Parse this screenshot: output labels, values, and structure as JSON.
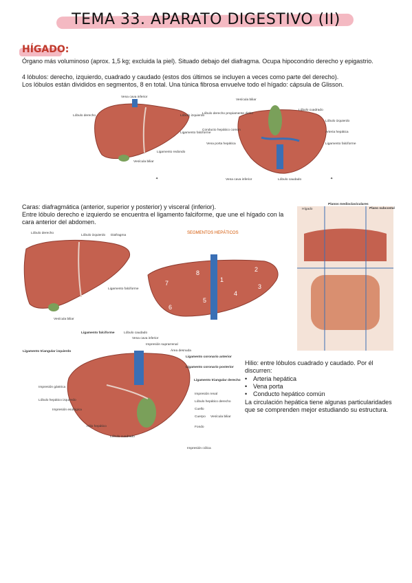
{
  "title": "TEMA 33. APARATO DIGESTIVO (II)",
  "section_title": "HÍGADO:",
  "intro": [
    "Órgano más voluminoso (aprox. 1,5 kg; excluida la piel). Situado debajo del diafragma. Ocupa hipocondrio derecho y epigastrio.",
    "4 lóbulos: derecho, izquierdo, cuadrado y caudado (estos dos últimos se incluyen a veces como parte del derecho).",
    "Los lóbulos están divididos en segmentos, 8 en total. Una túnica fibrosa envuelve todo el hígado: cápsula de Glisson."
  ],
  "caras": [
    "Caras: diafragmática (anterior, superior y posterior) y visceral (inferior).",
    "Entre lóbulo derecho e izquierdo se encuentra el ligamento falciforme, que une el hígado con la cara anterior del abdomen."
  ],
  "hilio": {
    "intro": "Hilio: entre lóbulos cuadrado y caudado. Por él discurren:",
    "items": [
      "Arteria hepática",
      "Vena porta",
      "Conducto hepático común"
    ],
    "outro": "La circulación hepática tiene algunas particularidades que se comprenden mejor estudiando su estructura."
  },
  "fig1": {
    "labels": [
      "Vena cava inferior",
      "Lóbulo derecho",
      "Lóbulo izquierdo",
      "Ligamento falciforme",
      "Ligamento redondo",
      "Vesícula biliar"
    ]
  },
  "fig2": {
    "labels": [
      "Vesícula biliar",
      "Lóbulo derecho propiamente dicho",
      "Conducto hepático común",
      "Vena porta hepática",
      "Lóbulo cuadrado",
      "Lóbulo izquierdo",
      "Arteria hepática",
      "Ligamento falciforme",
      "Vena cava inferior",
      "Lóbulo caudado"
    ]
  },
  "fig3": {
    "labels": [
      "Hígado",
      "Planos medioclaviculares",
      "Plano subcostal"
    ]
  },
  "fig4": {
    "labels": [
      "Lóbulo derecho",
      "Lóbulo izquierdo",
      "Diafragma",
      "Ligamento falciforme",
      "Vesícula biliar"
    ]
  },
  "fig5": {
    "title": "SEGMENTOS HEPÁTICOS",
    "numbers": [
      "1",
      "2",
      "3",
      "4",
      "5",
      "6",
      "7",
      "8"
    ]
  },
  "fig6": {
    "labels": [
      "Ligamento falciforme",
      "Lóbulo caudado",
      "Vena cava inferior",
      "Impresión suprarrenal",
      "Área desnuda",
      "Ligamento triangular izquierdo",
      "Ligamento coronario anterior",
      "Ligamento coronario posterior",
      "Ligamento triangular derecho",
      "Impresión gástrica",
      "Lóbulo hepático izquierdo",
      "Impresión esofágica",
      "Hilio hepático",
      "Lóbulo cuadrado",
      "Impresión renal",
      "Lóbulo hepático derecho",
      "Cuello",
      "Cuerpo",
      "Fondo",
      "Vesícula biliar",
      "Impresión cólica"
    ]
  },
  "colors": {
    "liver": "#c4614f",
    "liver_dark": "#8e3b2f",
    "vein": "#3a6fb5",
    "gallbladder": "#7aa05a",
    "highlight": "#f4b9c2",
    "section": "#c0392b"
  }
}
